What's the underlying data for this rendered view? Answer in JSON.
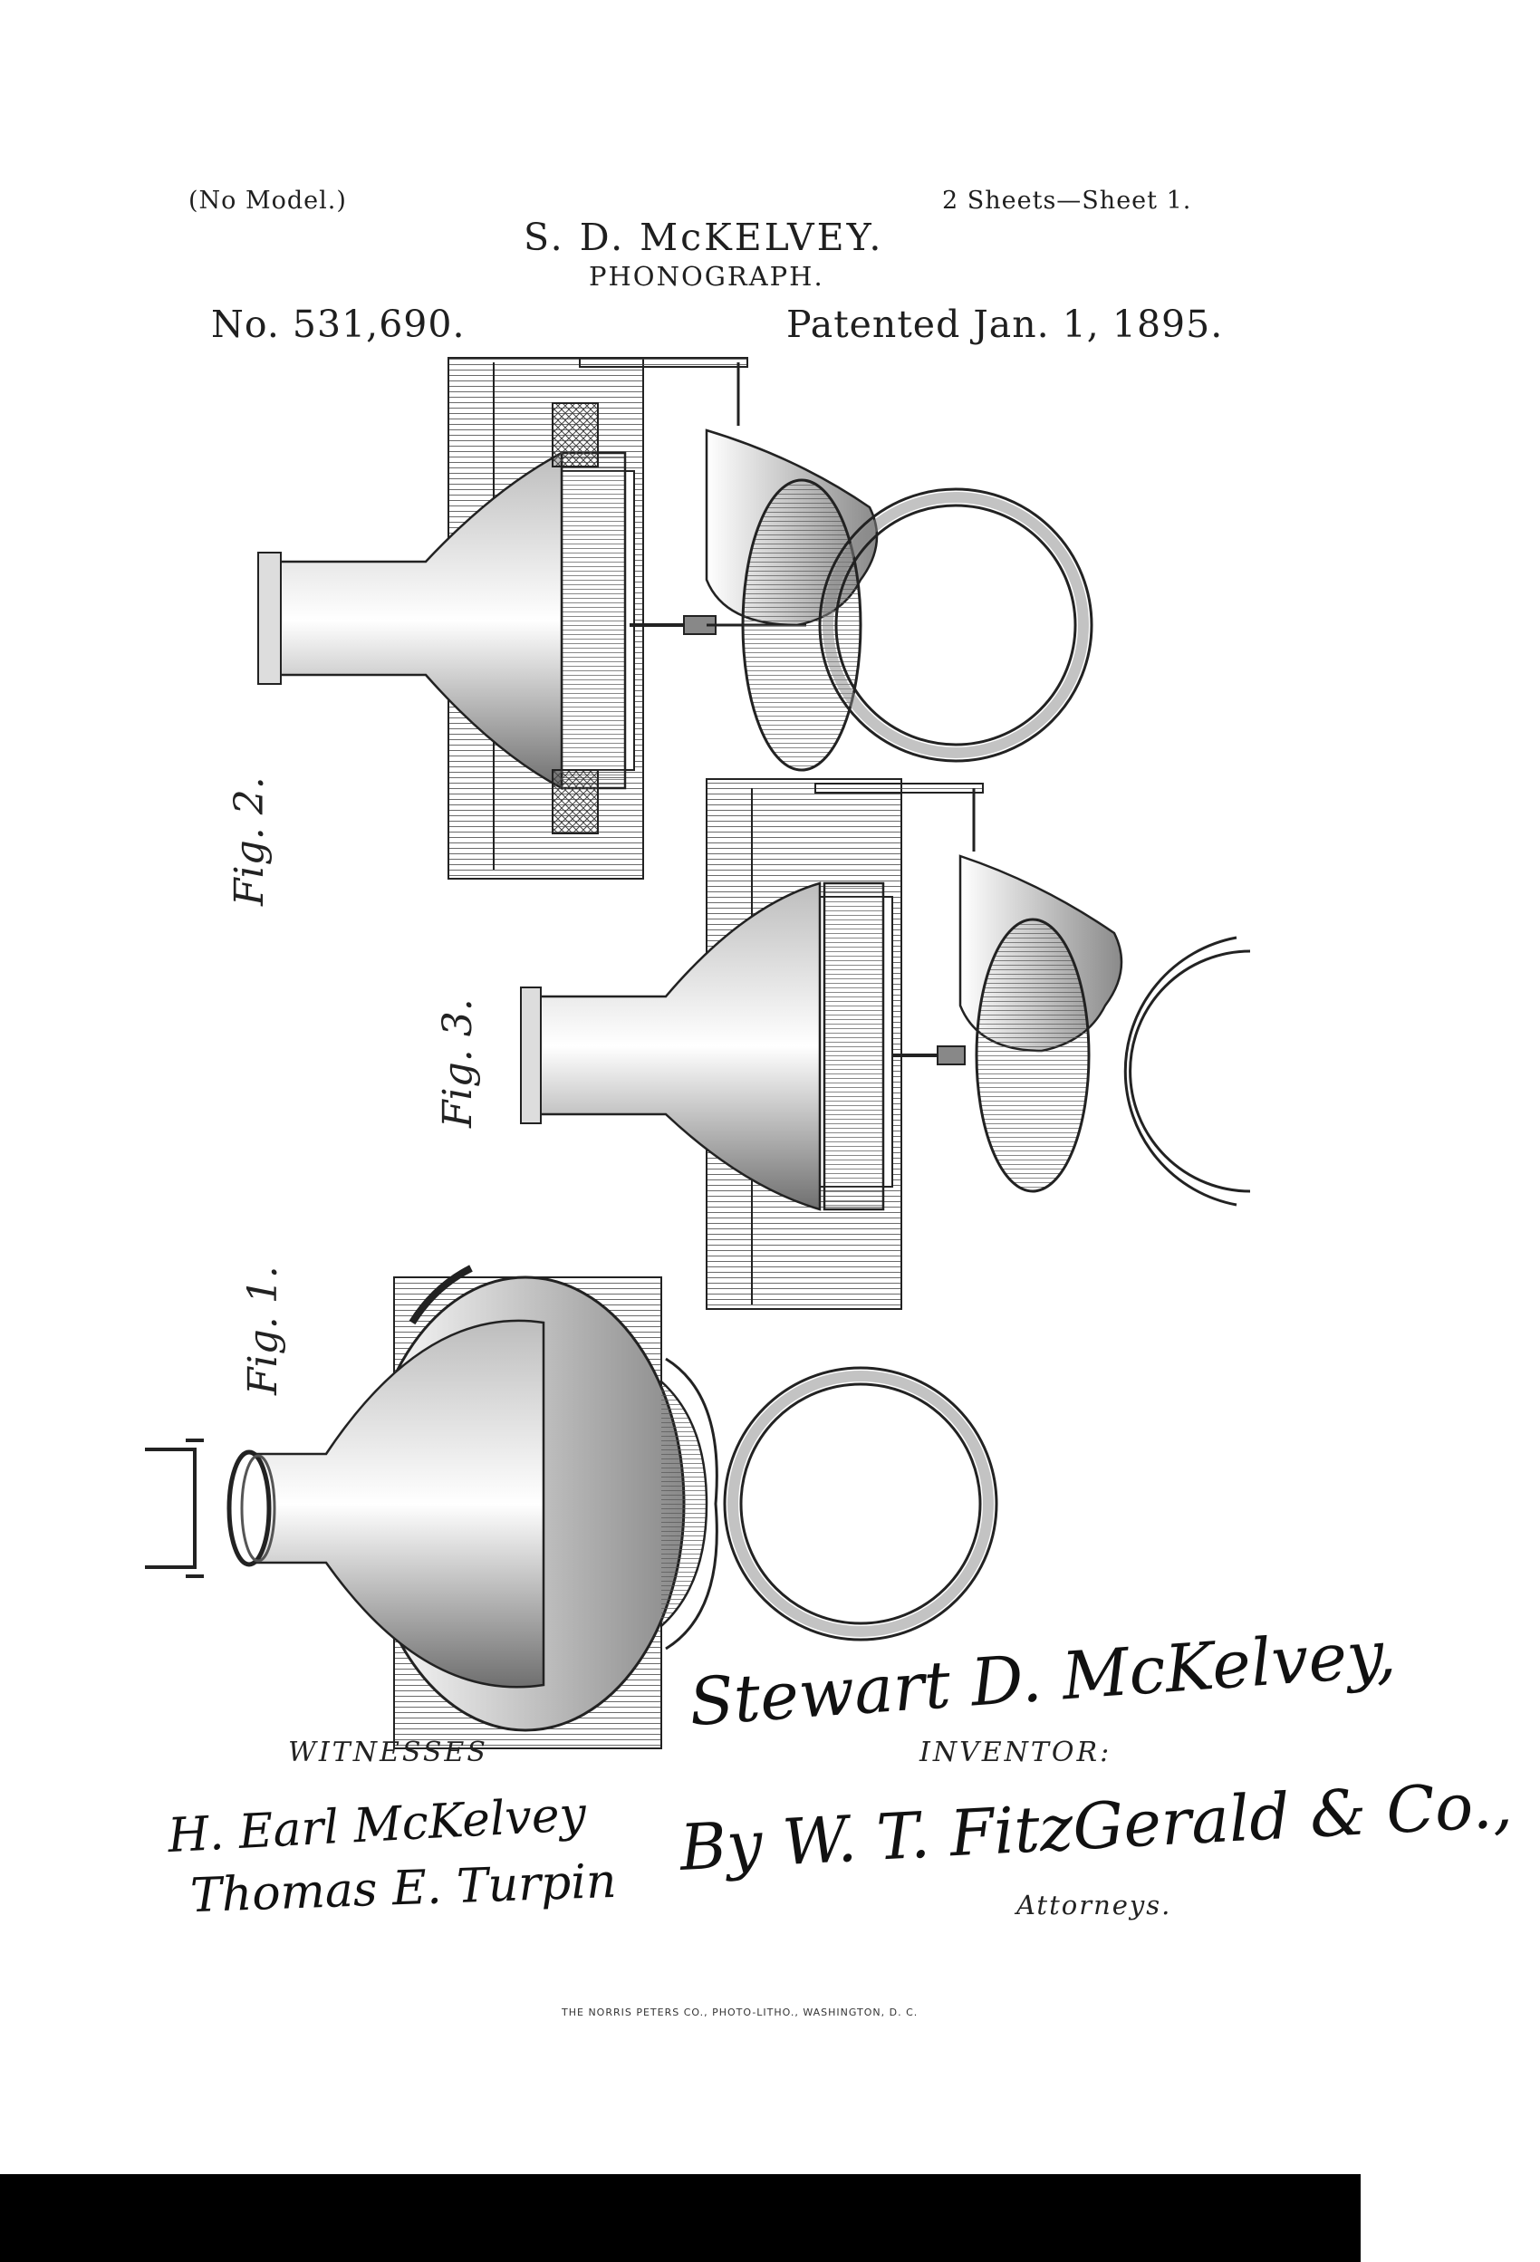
{
  "header": {
    "no_model": "(No Model.)",
    "sheets": "2 Sheets—Sheet 1.",
    "inventor": "S. D. McKELVEY.",
    "subject": "PHONOGRAPH.",
    "patent_number": "No. 531,690.",
    "patent_date": "Patented Jan. 1, 1895."
  },
  "figures": {
    "fig1": "Fig. 1.",
    "fig2": "Fig. 2.",
    "fig3": "Fig. 3."
  },
  "labels": {
    "witnesses": "WITNESSES",
    "inventor": "INVENTOR:",
    "attorneys": "Attorneys."
  },
  "signatures": {
    "inventor": "Stewart D. McKelvey,",
    "attorney": "By W. T. FitzGerald & Co.,",
    "witness_1": "H. Earl McKelvey",
    "witness_2": "Thomas E. Turpin"
  },
  "printer": "THE NORRIS PETERS CO., PHOTO-LITHO., WASHINGTON, D. C."
}
